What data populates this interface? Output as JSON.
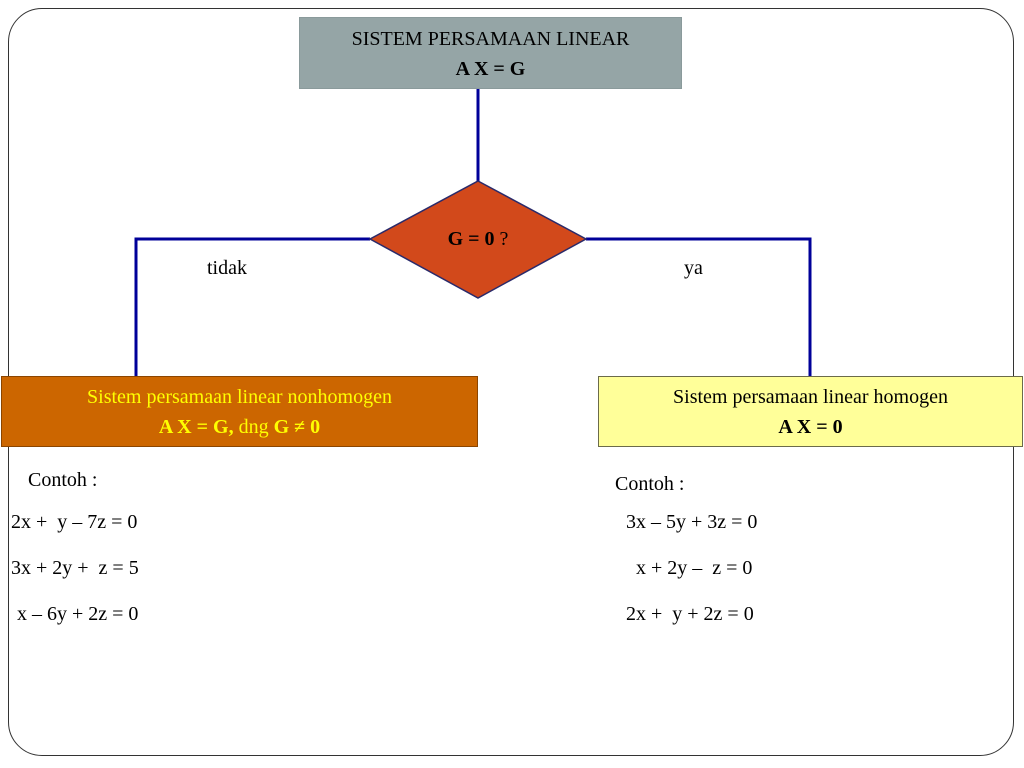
{
  "top_box": {
    "line1": "SISTEM PERSAMAAN LINEAR",
    "line2": "A X = G"
  },
  "decision": {
    "bold": "G = 0",
    "rest": " ?"
  },
  "branches": {
    "left": "tidak",
    "right": "ya"
  },
  "left_box": {
    "line1": "Sistem persamaan linear nonhomogen",
    "line2_bold": "A X = G,",
    "line2_mid": "  dng ",
    "line2_bold2": "G ≠ 0"
  },
  "right_box": {
    "line1": "Sistem persamaan linear homogen",
    "line2": "A X = 0"
  },
  "left_examples": {
    "heading": "Contoh :",
    "equations": [
      "2x +  y – 7z = 0",
      "3x + 2y +  z = 5",
      "x – 6y + 2z = 0"
    ]
  },
  "right_examples": {
    "heading": "Contoh :",
    "equations": [
      "3x – 5y + 3z = 0",
      "x + 2y –  z = 0",
      "2x +  y + 2z = 0"
    ]
  },
  "colors": {
    "connector": "#000099",
    "top_box": "#95a5a6",
    "decision": "#d2491b",
    "nonhomogen_box": "#cc6600",
    "nonhomogen_text": "#ffff00",
    "homogen_box": "#ffff99"
  }
}
